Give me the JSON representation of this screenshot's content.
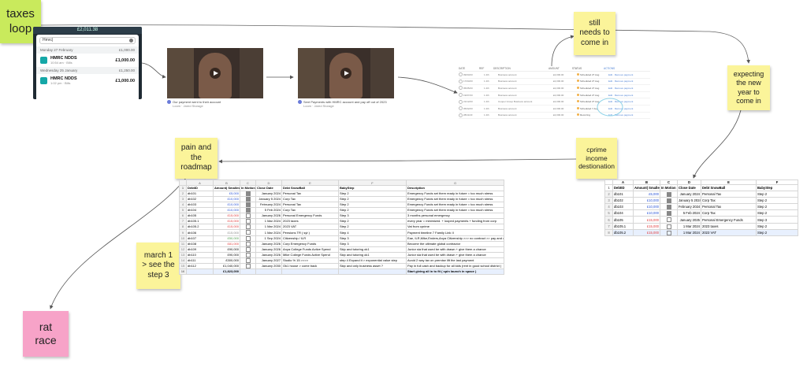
{
  "notes": {
    "taxes_loop": "taxes\nloop",
    "still_needs": "still\nneeds to\ncome in",
    "expecting": "expecting\nthe new\nyear to\ncome in",
    "cprime": "cprime\nincome\ndestionation",
    "pain_roadmap": "pain and\nthe\nroadmap",
    "march1": "march 1\n> see the\nstep 3",
    "rat_race": "rat\nrace"
  },
  "phone": {
    "balance": "£2,011.38",
    "search": "Hmrc|",
    "groups": [
      {
        "day": "Monday 27 February",
        "day_total": "£1,000.00",
        "name": "HMRC NDDS",
        "meta": "10:54 am · Bills",
        "amount": "£1,000.00"
      },
      {
        "day": "Wednesday 25 January",
        "day_total": "£1,250.00",
        "name": "HMRC NDDS",
        "meta": "1:02 pm · Bills",
        "amount": "£1,000.00"
      }
    ]
  },
  "videos": [
    {
      "caption": "Our payment went to their account",
      "sub": "Loom · Jared Storage"
    },
    {
      "caption": "Sent Payments with HMRC account and pay off out of 2023",
      "sub": "Loom · Jared Storage"
    }
  ],
  "banklist": {
    "headers": [
      "DATE",
      "REF",
      "DESCRIPTION",
      "AMOUNT",
      "STATUS",
      "ACTIONS"
    ],
    "rows": [
      {
        "date": "09/03/23",
        "ref": "1 2th",
        "desc": "Business account",
        "amount": "£2,000.00",
        "status": "Scheduled 27 Aug",
        "action": "Edit · Remove payment"
      },
      {
        "date": "17/03/23",
        "ref": "1 2th",
        "desc": "Business account",
        "amount": "£2,000.00",
        "status": "Scheduled 27 Aug",
        "action": "Edit · Remove payment"
      },
      {
        "date": "05/05/23",
        "ref": "1 2th",
        "desc": "Business account",
        "amount": "£2,000.00",
        "status": "Scheduled 27 Aug",
        "action": "Edit · Remove payment"
      },
      {
        "date": "19/07/23",
        "ref": "1 2th",
        "desc": "Business account",
        "amount": "£2,000.00",
        "status": "Scheduled 27 Aug",
        "action": "Edit · Remove payment"
      },
      {
        "date": "21/12/23",
        "ref": "1 2th",
        "desc": "Cooper Group Business account",
        "amount": "£2,000.00",
        "status": "Scheduled 27 Aug",
        "action": "Edit · Remove payment"
      },
      {
        "date": "05/02/23",
        "ref": "1 2th",
        "desc": "Business account",
        "amount": "£2,000.00",
        "status": "Scheduled 7 Aug",
        "action": "Edit · Remove payment"
      },
      {
        "date": "28/11/23",
        "ref": "1 2th",
        "desc": "Business account",
        "amount": "£2,000.00",
        "status": "Recurring",
        "action": "Edit · Remove payment"
      }
    ]
  },
  "big_sheet": {
    "col_letters": [
      "",
      "A",
      "B",
      "C",
      "D",
      "E",
      "F",
      "G"
    ],
    "headers": [
      "DebtID",
      "Amount| Smallest |",
      "In Motion",
      "Close Date",
      "Debt SnowBall",
      "BabyStep",
      "Description"
    ],
    "rows": [
      {
        "n": "2",
        "id": "db101",
        "amt": "£5,000",
        "c": "blue",
        "chk": true,
        "date": "January 2024",
        "debt": "Personal Tax",
        "step": "Step 2",
        "desc": "Emergency Funds set them ready in future = too much stress"
      },
      {
        "n": "3",
        "id": "db102",
        "amt": "£10,000",
        "c": "blue",
        "chk": true,
        "date": "January 5 2024",
        "debt": "Corp Tax",
        "step": "Step 2",
        "desc": "Emergency Funds set them ready in future = too much stress"
      },
      {
        "n": "4",
        "id": "db103",
        "amt": "£10,000",
        "c": "blue",
        "chk": true,
        "date": "February 2024",
        "debt": "Personal Tax",
        "step": "Step 2",
        "desc": "Emergency Funds set them ready in future = too much stress"
      },
      {
        "n": "5",
        "id": "db104",
        "amt": "£10,000",
        "c": "blue",
        "chk": true,
        "date": "5 Feb 2024",
        "debt": "Corp Tax",
        "step": "Step 2",
        "desc": "Emergency Funds set them ready in future = too much stress"
      },
      {
        "n": "6",
        "id": "db105",
        "amt": "£15,000",
        "c": "red",
        "chk": false,
        "date": "January 2026",
        "debt": "Personal Emergency Funds",
        "step": "Step 3",
        "desc": "3 months personal emergency"
      },
      {
        "n": "7",
        "id": "db105.1",
        "amt": "£15,000",
        "c": "red",
        "chk": false,
        "date": "1 Mar 2024",
        "debt": "2023 taxes",
        "step": "Step 2",
        "desc": "every year = minimized. + looped payments + funding from corp"
      },
      {
        "n": "8",
        "id": "db105.2",
        "amt": "£15,000",
        "c": "red",
        "chk": false,
        "date": "1 Mar 2024",
        "debt": "2023 VAT",
        "step": "Step 2",
        "desc": "Vat from cprime"
      },
      {
        "n": "9",
        "id": "db106",
        "amt": "£15,000",
        "c": "grey",
        "chk": false,
        "date": "1 Mar 2024",
        "debt": "Pensions TR ( syt )",
        "step": "Step 4",
        "desc": "Payment timeline 7 Family Link II"
      },
      {
        "n": "10",
        "id": "db107",
        "amt": "£50,000",
        "c": "green2",
        "chk": false,
        "date": "1 Sep 2024",
        "debt": "Citizenship / ILR",
        "step": "Step 3",
        "desc": "Eae, ILR,Mike,Enders,Anya Citizenship  >>> no contract >> pay and out"
      },
      {
        "n": "11",
        "id": "db108",
        "amt": "£81,000",
        "c": "red",
        "chk": false,
        "date": "January 2026",
        "debt": "Corp Emergency Funds",
        "step": "Step 3",
        "desc": "Become the ultimate global contractor"
      },
      {
        "n": "12",
        "id": "db109",
        "amt": "£90,000",
        "c": "",
        "chk": false,
        "date": "January 2026",
        "debt": "Anya College Funds Active Spend",
        "step": "Skip and tutoring ok1",
        "desc": "Junior sia that used be with drawn + give them a chance"
      },
      {
        "n": "13",
        "id": "db110",
        "amt": "£90,000",
        "c": "",
        "chk": false,
        "date": "January 2026",
        "debt": "Mike College Funds Active Spend",
        "step": "Skip and tutoring ok1",
        "desc": "Junior sia that used be with drawn + give them a chance"
      },
      {
        "n": "14",
        "id": "db111",
        "amt": "£300,000",
        "c": "",
        "chk": false,
        "date": "January 2027",
        "debt": "Studio % 15 >>>>",
        "step": "step 4 Expand it  > exponential value step",
        "desc": "Avoid 2 way tax on premise lift the last payment"
      },
      {
        "n": "15",
        "id": "db112",
        "amt": "£1,040,000",
        "c": "",
        "chk": false,
        "date": "January 2030",
        "debt": "Ok1 house > come back",
        "step": "Skip and only business asset ?",
        "desc": "Pay in full cash and backup for all kids (rent in good school district )"
      }
    ],
    "total_row": {
      "n": "16",
      "amt": "£1,823,000",
      "desc": "Start giving all in to fit ( spin launch in space )"
    }
  },
  "small_sheet": {
    "col_letters": [
      "",
      "A",
      "B",
      "C",
      "D",
      "E",
      "F"
    ],
    "headers": [
      "DebtID",
      "Amount| Smallest |",
      "In Motion",
      "Close Date",
      "Debt SnowBall",
      "BabyStep"
    ],
    "rows": [
      {
        "n": "2",
        "id": "db101",
        "amt": "£5,000",
        "c": "blue",
        "chk": true,
        "date": "January 2024",
        "debt": "Personal Tax",
        "step": "Step 2"
      },
      {
        "n": "3",
        "id": "db102",
        "amt": "£10,000",
        "c": "blue",
        "chk": true,
        "date": "January 5 2024",
        "debt": "Corp Tax",
        "step": "Step 2"
      },
      {
        "n": "4",
        "id": "db103",
        "amt": "£10,000",
        "c": "blue",
        "chk": true,
        "date": "February 2024",
        "debt": "Personal Tax",
        "step": "Step 2"
      },
      {
        "n": "5",
        "id": "db104",
        "amt": "£10,000",
        "c": "blue",
        "chk": true,
        "date": "5 Feb 2024",
        "debt": "Corp Tax",
        "step": "Step 2"
      },
      {
        "n": "6",
        "id": "db105",
        "amt": "£15,000",
        "c": "red",
        "chk": false,
        "date": "January 2025",
        "debt": "Personal Emergency Funds",
        "step": "Step 3"
      },
      {
        "n": "7",
        "id": "db105.1",
        "amt": "£15,000",
        "c": "red",
        "chk": false,
        "date": "1 Mar 2024",
        "debt": "2023 taxes",
        "step": "Step 2"
      },
      {
        "n": "8",
        "id": "db105.2",
        "amt": "£15,000",
        "c": "red",
        "chk": false,
        "date": "1 Mar 2024",
        "debt": "2023 VAT",
        "step": "Step 2"
      }
    ]
  },
  "colors": {
    "sticky_yellow": "#fbf49a",
    "sticky_green": "#c9ea5c",
    "sticky_pink": "#f7a3c8",
    "connector": "#555555",
    "link_blue": "#2a55d8",
    "negative_red": "#e23b3b"
  }
}
